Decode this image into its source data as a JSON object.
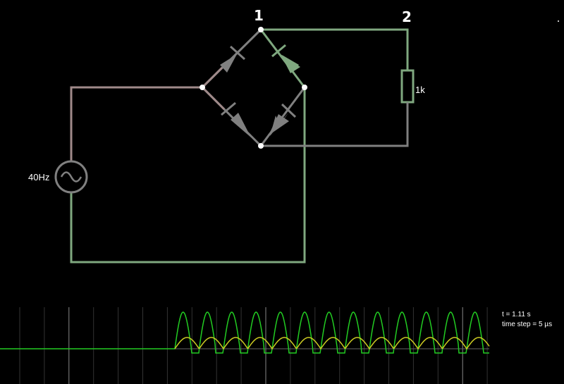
{
  "circuit": {
    "source_label": "40Hz",
    "resistor_label": "1k",
    "node_labels": [
      "1",
      "2"
    ]
  },
  "scope": {
    "time_text": "t = 1.11 s",
    "timestep_text": "time step = 5 µs"
  },
  "colors": {
    "background": "#000000",
    "wire_green": "#7fa87f",
    "wire_gray": "#808080",
    "wire_mauve": "#a08a8a",
    "trace_green": "#22cc22",
    "trace_yellow": "#cccc22"
  }
}
